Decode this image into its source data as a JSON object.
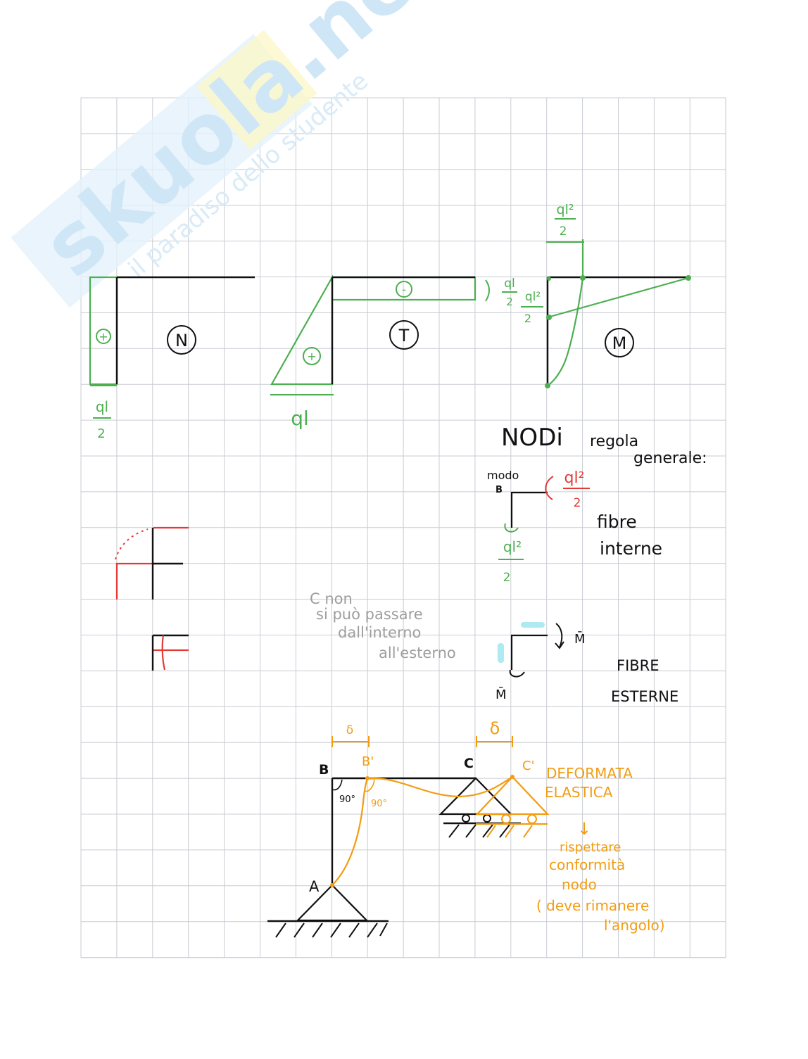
{
  "colors": {
    "grid": "#c9ccd3",
    "ink": "#111111",
    "green": "#4caf50",
    "red": "#e53935",
    "orange": "#f39c12",
    "gray": "#9e9e9e",
    "cyan": "#9be3ee",
    "watermark": "#d6ecf8",
    "watermark_yellow": "#fbf7c9"
  },
  "watermark": {
    "brand": "skuola.net",
    "tagline": "il paradiso dello studente"
  },
  "diagrams": {
    "N": {
      "label": "N",
      "sign": "+",
      "value": "ql",
      "value_den": "2"
    },
    "T": {
      "label": "T",
      "sign_pos": "+",
      "sign_neg": "-",
      "value": "ql",
      "top_value": "ql",
      "top_value_den": "2"
    },
    "M": {
      "label": "M",
      "top_value": "ql²",
      "top_value_den": "2",
      "left_value": "ql²",
      "left_value_den": "2"
    }
  },
  "nodes": {
    "title": "NODi",
    "rule": "regola",
    "rule_2": "generale:",
    "node_word": "modo",
    "node_label": "B",
    "moment_red": "ql²",
    "moment_red_den": "2",
    "moment_green": "ql²",
    "moment_green_den": "2",
    "fibre_internal_1": "fibre",
    "fibre_internal_2": "interne",
    "mbar_right": "M̄",
    "mbar_left": "M̄",
    "fibre_external_1": "FIBRE",
    "fibre_external_2": "ESTERNE",
    "gray_note": [
      "C non",
      "si può passare",
      "dall'interno",
      "all'esterno"
    ]
  },
  "frame": {
    "A": "A",
    "B": "B",
    "C": "C",
    "B_prime": "B'",
    "C_prime": "C'",
    "delta_1": "δ",
    "delta_2": "δ",
    "angle_1": "90°",
    "angle_2": "90°",
    "deformed_title_1": "DEFORMATA",
    "deformed_title_2": "ELASTICA",
    "arrow": "↓",
    "note": [
      "rispettare",
      "conformità",
      "nodo",
      "( deve rimanere",
      "l'angolo)"
    ]
  }
}
